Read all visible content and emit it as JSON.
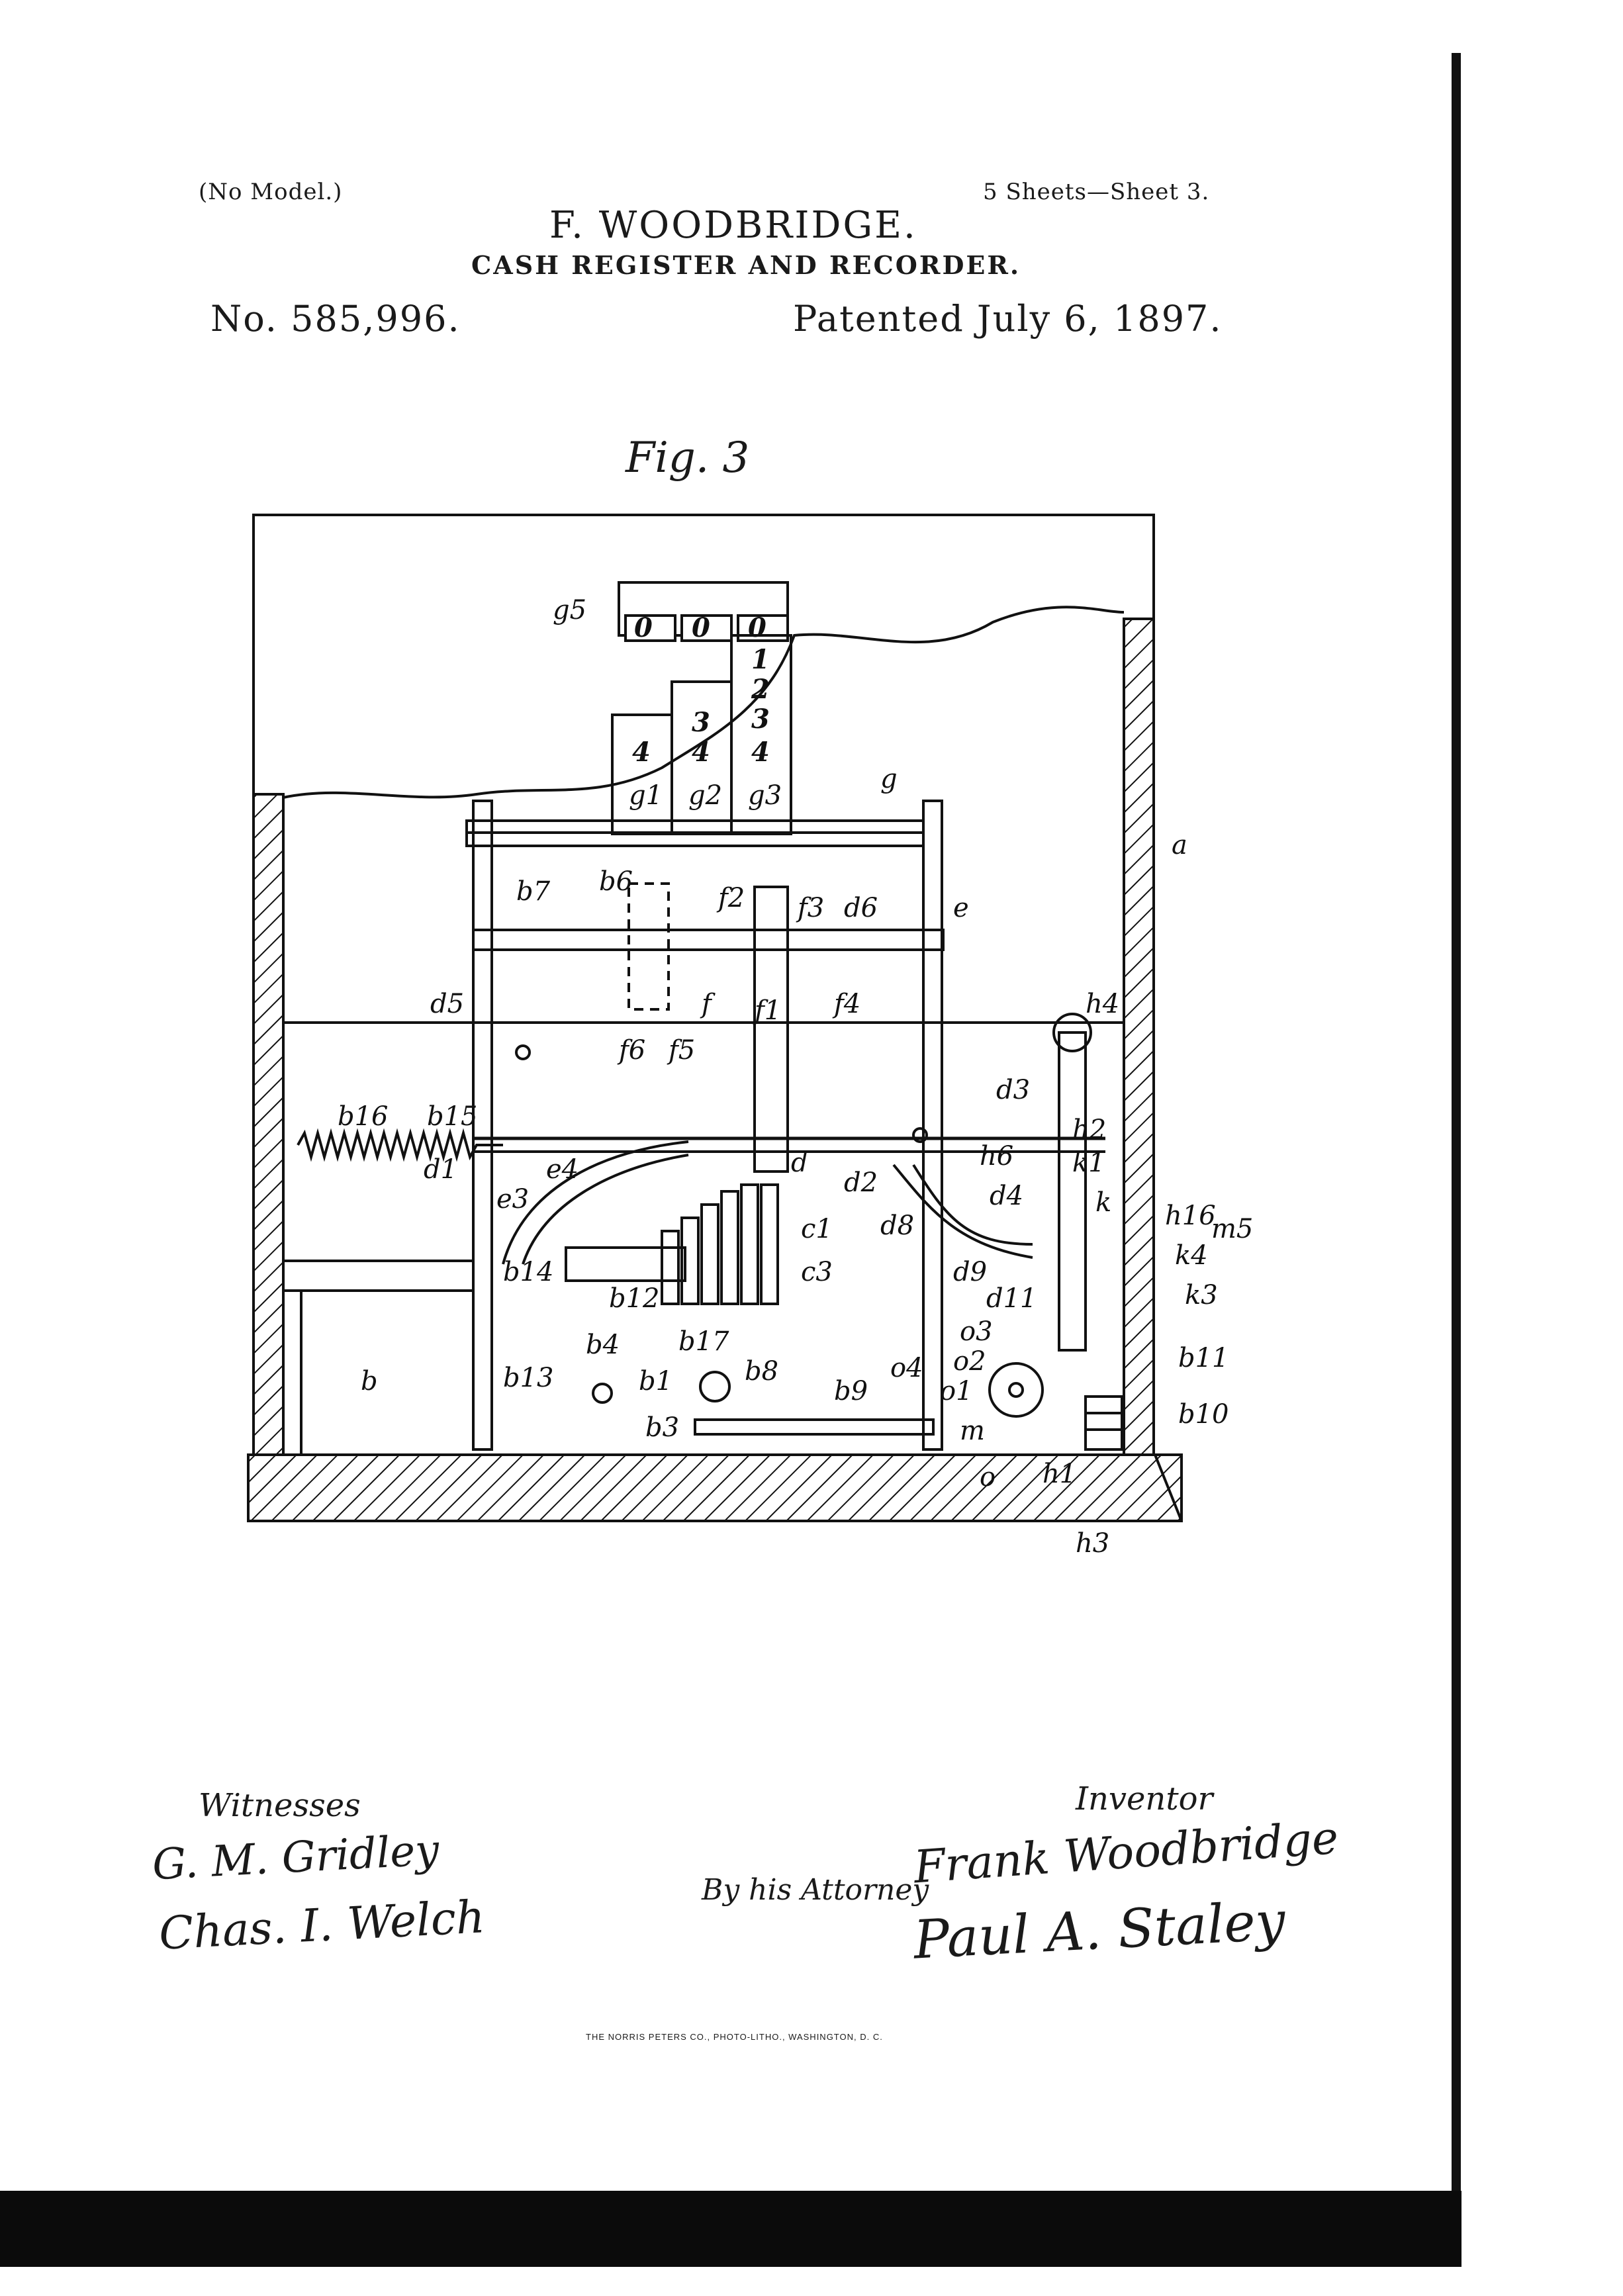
{
  "header": {
    "model_note": "(No Model.)",
    "sheets": "5 Sheets—Sheet 3.",
    "inventor_name": "F. WOODBRIDGE.",
    "title": "CASH REGISTER AND RECORDER.",
    "patent_number": "No. 585,996.",
    "patented_date": "Patented July 6, 1897."
  },
  "figure": {
    "label": "Fig. 3",
    "counter_digits": [
      "0",
      "0",
      "0"
    ],
    "wheel_col1": [
      "4"
    ],
    "wheel_col2": [
      "3",
      "4"
    ],
    "wheel_col3": [
      "1",
      "2",
      "3",
      "4"
    ],
    "reference_labels": [
      "g5",
      "g",
      "g1",
      "g2",
      "g3",
      "a",
      "e",
      "b7",
      "b6",
      "f2",
      "f3",
      "d6",
      "d5",
      "f",
      "f1",
      "f4",
      "h4",
      "b16",
      "b15",
      "f6",
      "f5",
      "d1",
      "d3",
      "e4",
      "e3",
      "d",
      "d2",
      "h6",
      "h2",
      "k1",
      "d4",
      "k",
      "h16",
      "m5",
      "c1",
      "c3",
      "d8",
      "d9",
      "k4",
      "b14",
      "b12",
      "d11",
      "k3",
      "b4",
      "b17",
      "o3",
      "o4",
      "b",
      "b13",
      "b1",
      "b8",
      "b9",
      "o2",
      "b11",
      "o1",
      "b3",
      "m",
      "b10",
      "o",
      "h1",
      "h3"
    ]
  },
  "signatures": {
    "witnesses_label": "Witnesses",
    "witness_1": "G. M. Gridley",
    "witness_2": "Chas. I. Welch",
    "inventor_label": "Inventor",
    "inventor_signature": "Frank Woodbridge",
    "by_attorney": "By his Attorney",
    "attorney_signature": "Paul A. Staley"
  },
  "imprint": "THE NORRIS PETERS CO., PHOTO-LITHO., WASHINGTON, D. C.",
  "colors": {
    "ink": "#111111",
    "paper": "#ffffff"
  }
}
